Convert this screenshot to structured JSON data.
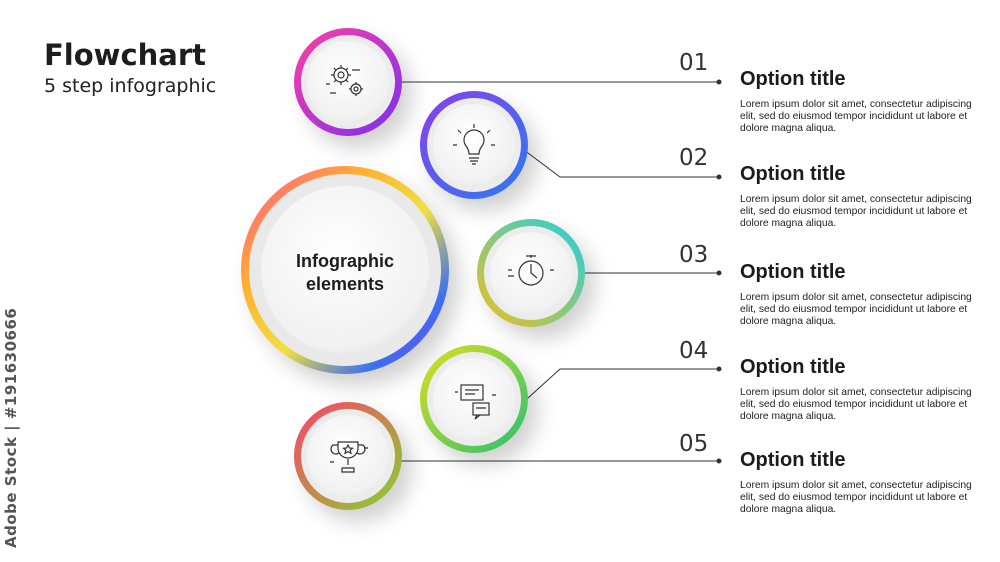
{
  "header": {
    "title": "Flowchart",
    "subtitle": "5 step infographic"
  },
  "center": {
    "line1": "Infographic",
    "line2": "elements"
  },
  "steps": [
    {
      "number": "01",
      "title": "Option title",
      "text": "Lorem ipsum dolor sit amet, consectetur adipiscing elit, sed do eiusmod tempor incididunt ut labore et dolore magna aliqua.",
      "icon": "gears-icon"
    },
    {
      "number": "02",
      "title": "Option title",
      "text": "Lorem ipsum dolor sit amet, consectetur adipiscing elit, sed do eiusmod tempor incididunt ut labore et dolore magna aliqua.",
      "icon": "lightbulb-icon"
    },
    {
      "number": "03",
      "title": "Option title",
      "text": "Lorem ipsum dolor sit amet, consectetur adipiscing elit, sed do eiusmod tempor incididunt ut labore et dolore magna aliqua.",
      "icon": "clock-icon"
    },
    {
      "number": "04",
      "title": "Option title",
      "text": "Lorem ipsum dolor sit amet, consectetur adipiscing elit, sed do eiusmod tempor incididunt ut labore et dolore magna aliqua.",
      "icon": "chat-bubbles-icon"
    },
    {
      "number": "05",
      "title": "Option title",
      "text": "Lorem ipsum dolor sit amet, consectetur adipiscing elit, sed do eiusmod tempor incididunt ut labore et dolore magna aliqua.",
      "icon": "trophy-icon"
    }
  ],
  "watermark": "Adobe Stock | #191630666",
  "colors": {
    "ring1": [
      "#ff3fa4",
      "#7a2ff0"
    ],
    "ring2": [
      "#7a3ff0",
      "#2b7bf0"
    ],
    "ring3": [
      "#1fd0d0",
      "#f0c020"
    ],
    "ring4": [
      "#d6e020",
      "#28c070"
    ],
    "ring5": [
      "#ff4a6a",
      "#86d430"
    ],
    "center": [
      "#ff5a8a",
      "#ffd23a",
      "#2b6bf0",
      "#9a2ff0"
    ]
  }
}
